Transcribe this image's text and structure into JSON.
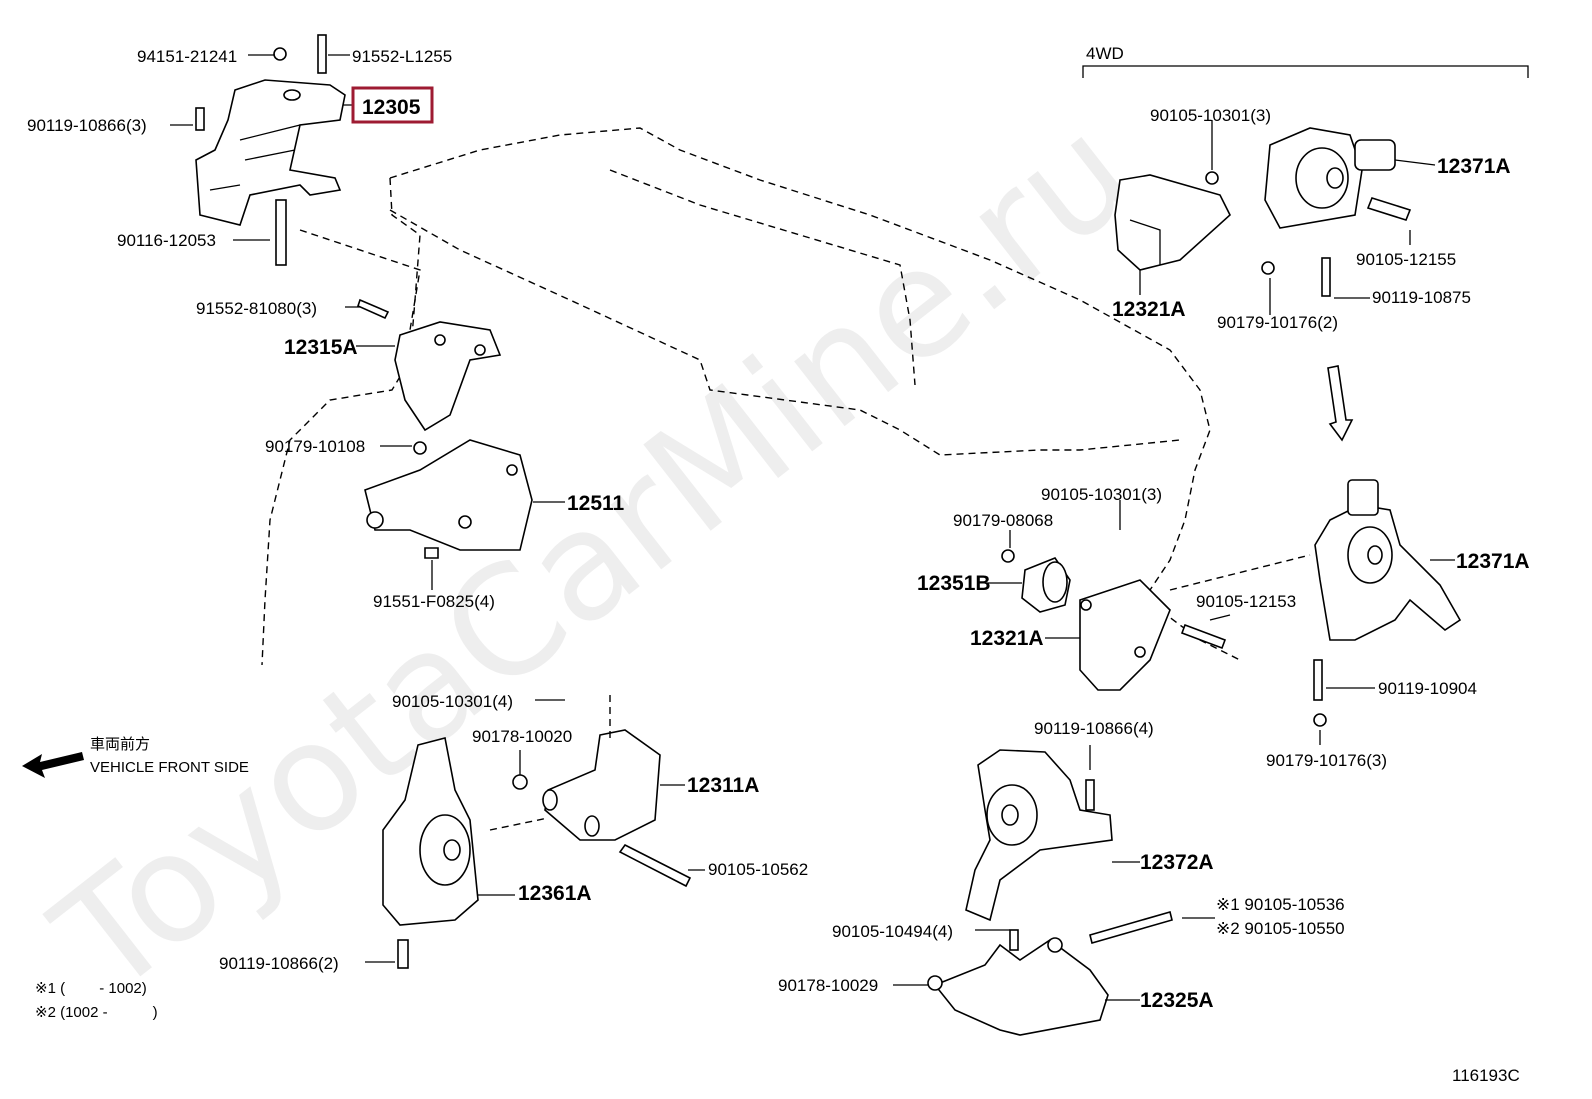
{
  "watermark": "ToyotaCarMine.ru",
  "section_label": "4WD",
  "highlight_color": "#9e1b32",
  "parts": {
    "p_94151": "94151-21241",
    "p_91552_l": "91552-L1255",
    "p_12305": "12305",
    "p_90119_10866_3": "90119-10866(3)",
    "p_90116": "90116-12053",
    "p_91552_81080": "91552-81080(3)",
    "p_12315a": "12315A",
    "p_90179_10108": "90179-10108",
    "p_12511": "12511",
    "p_91551": "91551-F0825(4)",
    "p_90105_10301_3a": "90105-10301(3)",
    "p_12371a_top": "12371A",
    "p_90105_12155": "90105-12155",
    "p_12321a_top": "12321A",
    "p_90119_10875": "90119-10875",
    "p_90179_10176_2": "90179-10176(2)",
    "p_90105_10301_3b": "90105-10301(3)",
    "p_90179_08068": "90179-08068",
    "p_12351b": "12351B",
    "p_90105_12153": "90105-12153",
    "p_12321a_mid": "12321A",
    "p_12371a_mid": "12371A",
    "p_90119_10904": "90119-10904",
    "p_90179_10176_3": "90179-10176(3)",
    "p_90105_10301_4": "90105-10301(4)",
    "p_90178_10020": "90178-10020",
    "p_12311a": "12311A",
    "p_90105_10562": "90105-10562",
    "p_12361a": "12361A",
    "p_90119_10866_2": "90119-10866(2)",
    "p_90119_10866_4": "90119-10866(4)",
    "p_12372a": "12372A",
    "p_90105_10536": "※1 90105-10536",
    "p_90105_10550": "※2 90105-10550",
    "p_90105_10494": "90105-10494(4)",
    "p_90178_10029": "90178-10029",
    "p_12325a": "12325A"
  },
  "front_side": {
    "jp": "車両前方",
    "en": "VEHICLE FRONT SIDE"
  },
  "notes": {
    "note1": "※1 (　　 - 1002)",
    "note2": "※2 (1002 -　　　)"
  },
  "figure_id": "116193C"
}
